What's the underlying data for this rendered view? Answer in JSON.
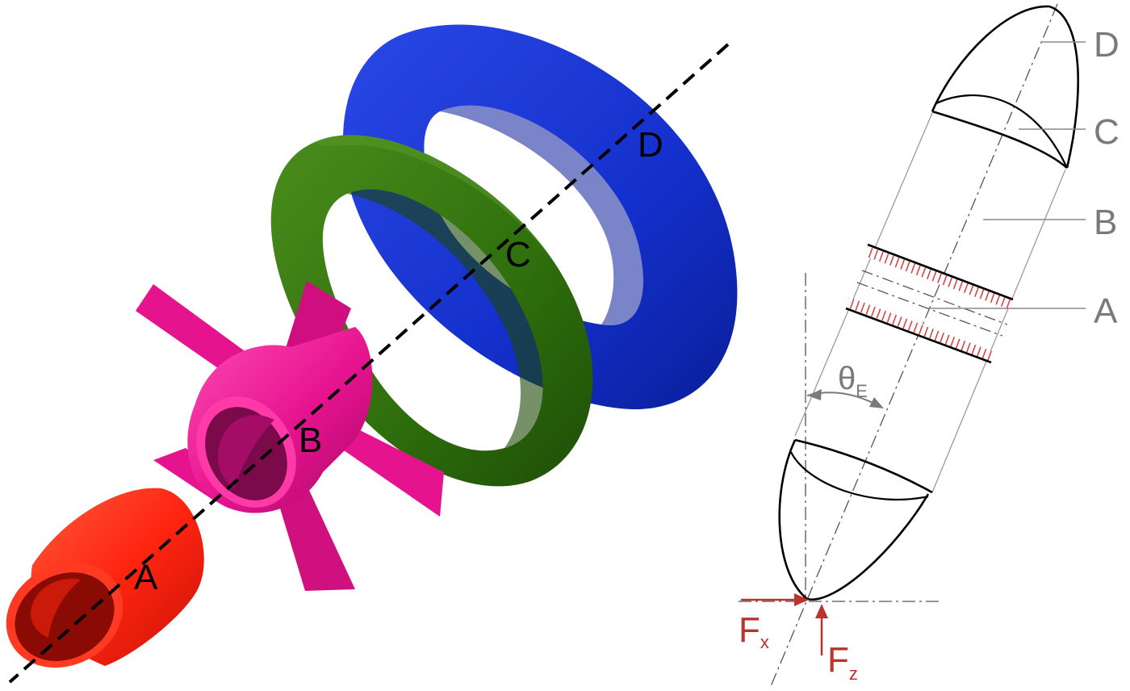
{
  "exploded_view": {
    "parts": [
      {
        "id": "A",
        "label": "A",
        "color": "#ff2a12"
      },
      {
        "id": "B",
        "label": "B",
        "color": "#e6138f"
      },
      {
        "id": "C",
        "label": "C",
        "color": "#2e6e0c"
      },
      {
        "id": "D",
        "label": "D",
        "color": "#1430cc"
      }
    ]
  },
  "section_drawing": {
    "labels": {
      "D": "D",
      "C": "C",
      "B": "B",
      "A": "A"
    },
    "angle": {
      "symbol": "θ",
      "subscript": "E"
    },
    "forces": {
      "fx": {
        "symbol": "F",
        "subscript": "x"
      },
      "fz": {
        "symbol": "F",
        "subscript": "z"
      }
    },
    "colors": {
      "outline": "#000000",
      "leader": "#8a8a8a",
      "hatch": "#d9393a",
      "force": "#b9342f"
    }
  }
}
